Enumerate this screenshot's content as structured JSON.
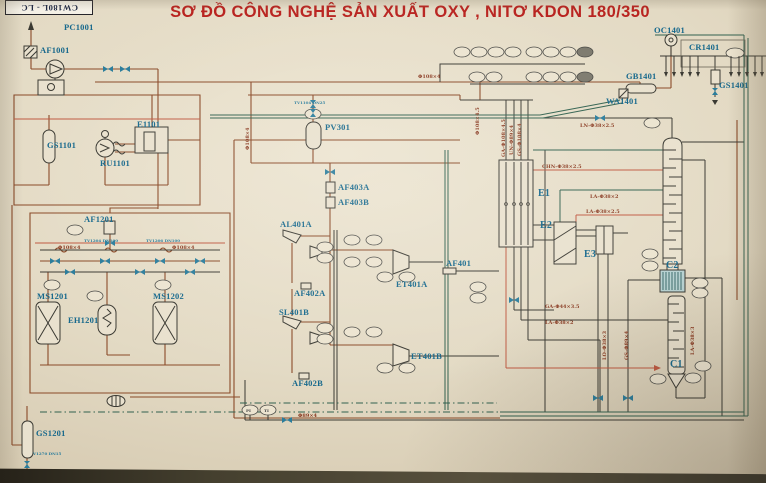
{
  "title": "SƠ ĐỒ CÔNG NGHỆ SẢN XUẤT  OXY , NITƠ KDON  180/350",
  "corner_box": "CW180L - LC",
  "equipment": {
    "PC1001": "PC1001",
    "AF1001": "AF1001",
    "GS1101": "GS1101",
    "RU1101": "RU1101",
    "E1101": "E1101",
    "AF1201": "AF1201",
    "MS1201": "MS1201",
    "MS1202": "MS1202",
    "EH1201": "EH1201",
    "GS1201": "GS1201",
    "PV301": "PV301",
    "AF403A": "AF403A",
    "AF403B": "AF403B",
    "AL401A": "AL401A",
    "AF402A": "AF402A",
    "SL401B": "SL401B",
    "AF402B": "AF402B",
    "ET401A": "ET401A",
    "ET401B": "ET401B",
    "AF401": "AF401",
    "E1": "E1",
    "E2": "E2",
    "E3": "E3",
    "C1": "C1",
    "C2": "C2",
    "OC1401": "OC1401",
    "CR1401": "CR1401",
    "GS1401": "GS1401",
    "GB1401": "GB1401",
    "WA1401": "WA1401"
  },
  "pipe_labels": {
    "p1": "Φ108×4",
    "p2": "Φ108×4",
    "p3": "Φ108×4.5",
    "p4": "GA-Φ108×4.5",
    "p5": "UN-Φ89×4",
    "p6": "GS-Φ108×4",
    "p7": "LN-Φ38×2.5",
    "p8": "CHN-Φ38×2.5",
    "p9": "LA-Φ38×2",
    "p10": "LA-Φ38×2.5",
    "p11": "GA-Φ44×3.5",
    "p12": "LA-Φ38×2",
    "p13": "GS-Φ89×4",
    "p14": "LO-Φ38×3",
    "p15": "LA-Φ38×3",
    "p16": "Φ89×4",
    "p17": "Φ108×4",
    "p18": "Φ108×4"
  },
  "valve_labels": {
    "v1": "TV1204 DN100",
    "v2": "TV1206 DN100",
    "v3": "V1270 DN15",
    "v4": "TV1104 DN25"
  },
  "instruments": {
    "pi": "PI",
    "ti": "TI"
  },
  "colors": {
    "title_red": "#b92420",
    "equipment_tag_blue": "#16688c",
    "pipe_air_brown": "#8a4a28",
    "pipe_nitrogen_green": "#31614f",
    "pipe_dark": "#3b3a33",
    "pipe_red": "#c05a42",
    "valve_blue": "#2b7d9c",
    "paper": "#e3dac4",
    "condenser_fill": "#b9d4d4"
  }
}
